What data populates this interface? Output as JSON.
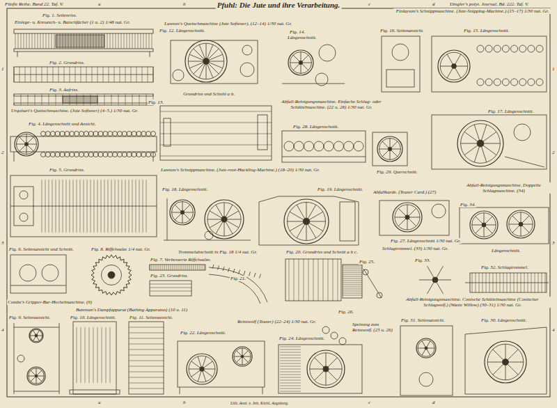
{
  "diagram": {
    "title": "Pfuhl: Die Jute und ihre Verarbeitung.",
    "labels": [
      "Fünfte Reihe. Band 22. Taf. V.",
      "Dingler's polyt. Journal, Bd. 222. Taf. V.",
      "a",
      "b",
      "c",
      "d",
      "1",
      "2",
      "3",
      "4",
      "1",
      "2",
      "3",
      "4",
      "a",
      "b",
      "c",
      "d",
      "Fig. 1. Seitenriss.",
      "Einlege- u. Kreuzsch- u. Batschfächer (1 u. 2) 1/48 nat. Gr.",
      "Fig. 2. Grundriss.",
      "Fig. 3. Aufriss.",
      "Urquhart's Quetschmaschine. (Jute Softener) (4–5.) 1/30 nat. Gr.",
      "Fig. 4. Längenschnitt und Ansicht.",
      "Fig. 5. Grundriss.",
      "Fig. 6. Seitenansicht und Schnitt.",
      "Fig. 8. Riffelwalze 1/4 nat. Gr.",
      "Fig. 7. Verbesserte Riffelwalze.",
      "Fig. 23. Grundriss.",
      "Combe's Gripper-Bar-Hechelmaschine. (9)",
      "Fig. 9. Seitenansicht.",
      "Bateman's Dampfapparat (Bathing Apparatus) (10 u. 11)",
      "Fig. 10. Längenschnitt.",
      "Fig. 11. Seitenansicht.",
      "Lawson's Quetschmaschine (Jute Softener). (12–14) 1/30 nat. Gr.",
      "Fig. 12. Längenschnitt.",
      "Fig. 14.",
      "Längenschnitt.",
      "Grundriss und Schnitt a b.",
      "Fig. 13.",
      "Lawson's Schnippmaschine. (Jute-root-Hackling-Machine.) (18–20) 1/30 nat. Gr.",
      "Fig. 18. Längenschnitt.",
      "Fig. 19. Längenschnitt.",
      "Trommelabschnitt in Fig. 18 1/4 nat. Gr.",
      "Fig. 21.",
      "Fig. 20. Grundriss und Schnitt a b c.",
      "Fig. 22. Längenschnitt.",
      "Reisswolf (Teaser) (22–24) 1/30 nat. Gr.",
      "Fig. 24. Längenschnitt.",
      "Fig. 25.",
      "Fig. 26.",
      "Speisung zum Reisswolf. (25 u. 26)",
      "Abfall-Reinigungsmaschine. Einfache Schlag- oder Schüttelmaschine. (22 u. 28) 1/30 nat. Gr.",
      "Fig. 28. Längenschnitt.",
      "Fig. 29. Querschnitt.",
      "Finlayson's Schnippmaschine. (Jute-Snipping-Machine.) (15–17) 1/30 nat. Gr.",
      "Fig. 16. Seitenansicht.",
      "Fig. 15. Längenschnitt.",
      "Fig. 17. Längenschnitt.",
      "Abfallkarde. (Teaser Card.) (27)",
      "Fig. 27. Längenschnitt 1/30 nat. Gr.",
      "Abfall-Reinigungsmaschine. Doppelte Schlagmaschine. (34)",
      "Fig. 34.",
      "Längenschnitt.",
      "Schlagtrommel. (33) 1/30 nat. Gr.",
      "Fig. 33.",
      "Fig. 32. Schlagtrommel.",
      "Abfall-Reinigungsmaschine. Conische Schüttelmaschine (Conischer Schlagwolf.) (Waste Willow) (30–31) 1/30 nat. Gr.",
      "Fig. 31. Seitenansicht.",
      "Fig. 30. Längenschnitt.",
      "Lith. Anst. v. Joh. Kiehl, Augsburg."
    ]
  }
}
